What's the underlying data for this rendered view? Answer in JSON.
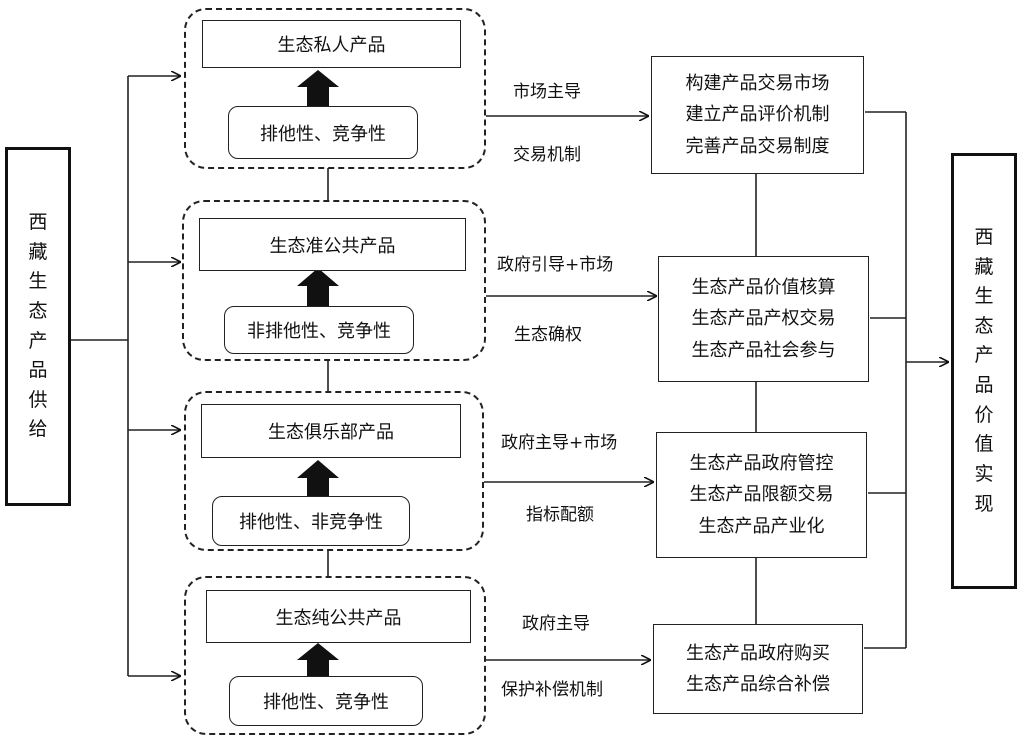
{
  "left_label": [
    "西",
    "藏",
    "生",
    "态",
    "产",
    "品",
    "供",
    "给"
  ],
  "right_label": [
    "西",
    "藏",
    "生",
    "态",
    "产",
    "品",
    "价",
    "值",
    "实",
    "现"
  ],
  "groups": [
    {
      "product": "生态私人产品",
      "property": "排他性、竞争性",
      "edge_top": "市场主导",
      "edge_bottom": "交易机制",
      "result": [
        "构建产品交易市场",
        "建立产品评价机制",
        "完善产品交易制度"
      ]
    },
    {
      "product": "生态准公共产品",
      "property": "非排他性、竞争性",
      "edge_top": "政府引导+市场",
      "edge_bottom": "生态确权",
      "result": [
        "生态产品价值核算",
        "生态产品产权交易",
        "生态产品社会参与"
      ]
    },
    {
      "product": "生态俱乐部产品",
      "property": "排他性、非竞争性",
      "edge_top": "政府主导+市场",
      "edge_bottom": "指标配额",
      "result": [
        "生态产品政府管控",
        "生态产品限额交易",
        "生态产品产业化"
      ]
    },
    {
      "product": "生态纯公共产品",
      "property": "排他性、竞争性",
      "edge_top": "政府主导",
      "edge_bottom": "保护补偿机制",
      "result": [
        "生态产品政府购买",
        "生态产品综合补偿"
      ]
    }
  ]
}
